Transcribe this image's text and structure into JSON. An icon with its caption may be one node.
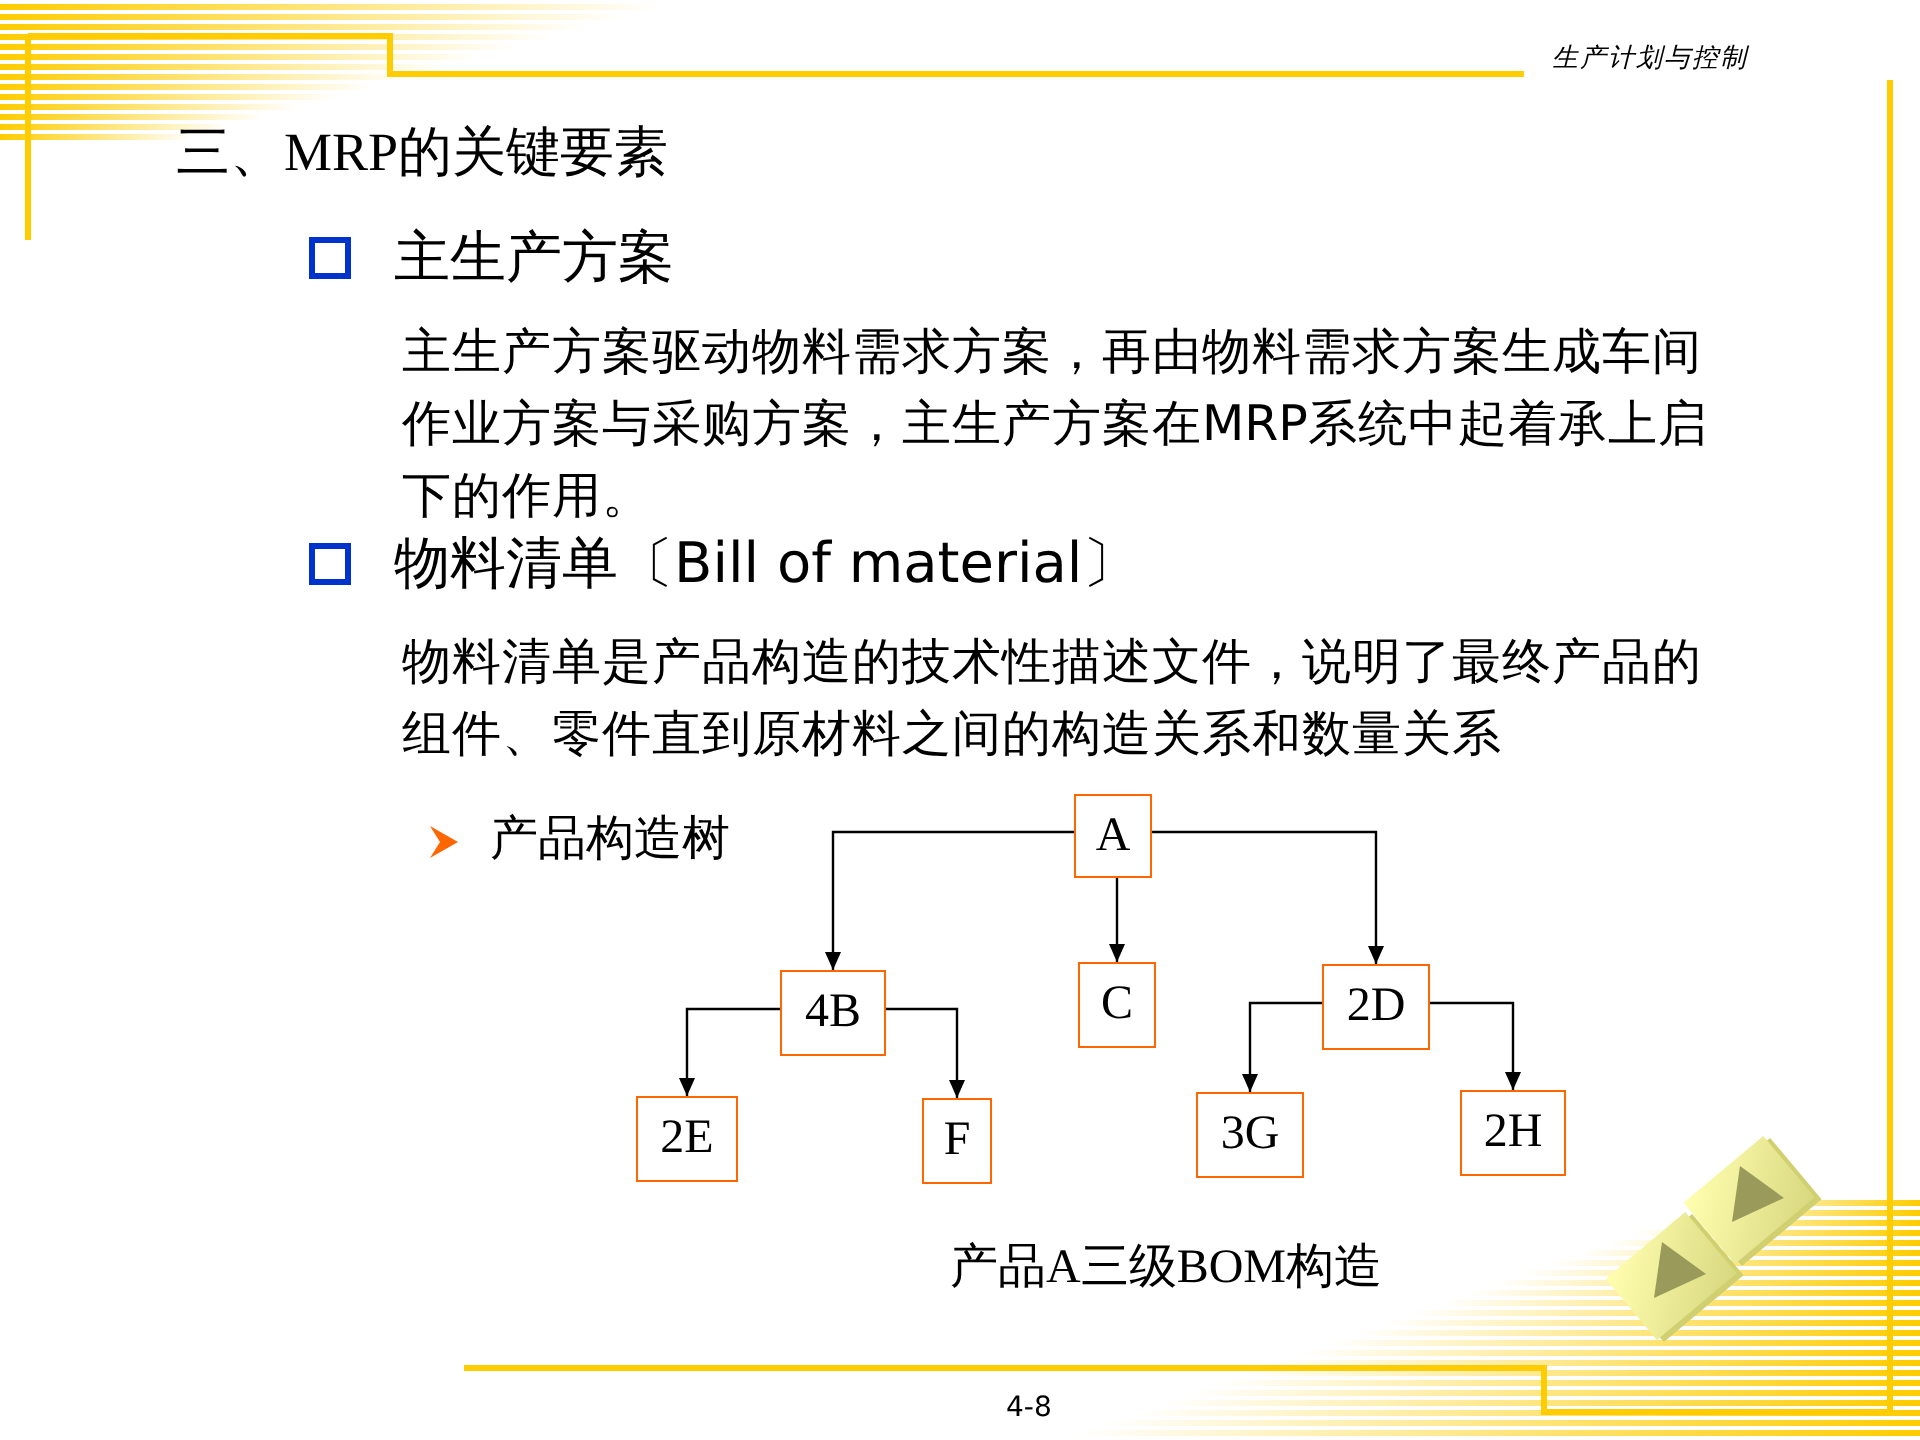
{
  "diagram": {
    "title": "三、MRP的关键要素",
    "caption": "产品A三级BOM构造",
    "nodes": [
      {
        "text": [
          "A"
        ]
      },
      {
        "text": [
          "4B"
        ]
      },
      {
        "text": [
          "C"
        ]
      },
      {
        "text": [
          "2D"
        ]
      },
      {
        "text": [
          "2E"
        ]
      },
      {
        "text": [
          "F"
        ]
      },
      {
        "text": [
          "3G"
        ]
      },
      {
        "text": [
          "2H"
        ]
      }
    ],
    "edges": [
      {
        "from": 0,
        "to": 1,
        "arrow": "to"
      },
      {
        "from": 0,
        "to": 2,
        "arrow": "to"
      },
      {
        "from": 0,
        "to": 3,
        "arrow": "to"
      },
      {
        "from": 1,
        "to": 4,
        "arrow": "to"
      },
      {
        "from": 1,
        "to": 5,
        "arrow": "to"
      },
      {
        "from": 3,
        "to": 6,
        "arrow": "to"
      },
      {
        "from": 3,
        "to": 7,
        "arrow": "to"
      }
    ],
    "labels": [
      "生产计划与控制",
      "主生产方案",
      "主生产方案驱动物料需求方案，再由物料需求方案生成车间作业方案与采购方案，主生产方案在MRP系统中起着承上启下的作用。",
      "物料清单〔Bill of material〕",
      "物料清单是产品构造的技术性描述文件，说明了最终产品的组件、零件直到原材料之间的构造关系和数量关系",
      "产品构造树",
      "4-8"
    ]
  }
}
